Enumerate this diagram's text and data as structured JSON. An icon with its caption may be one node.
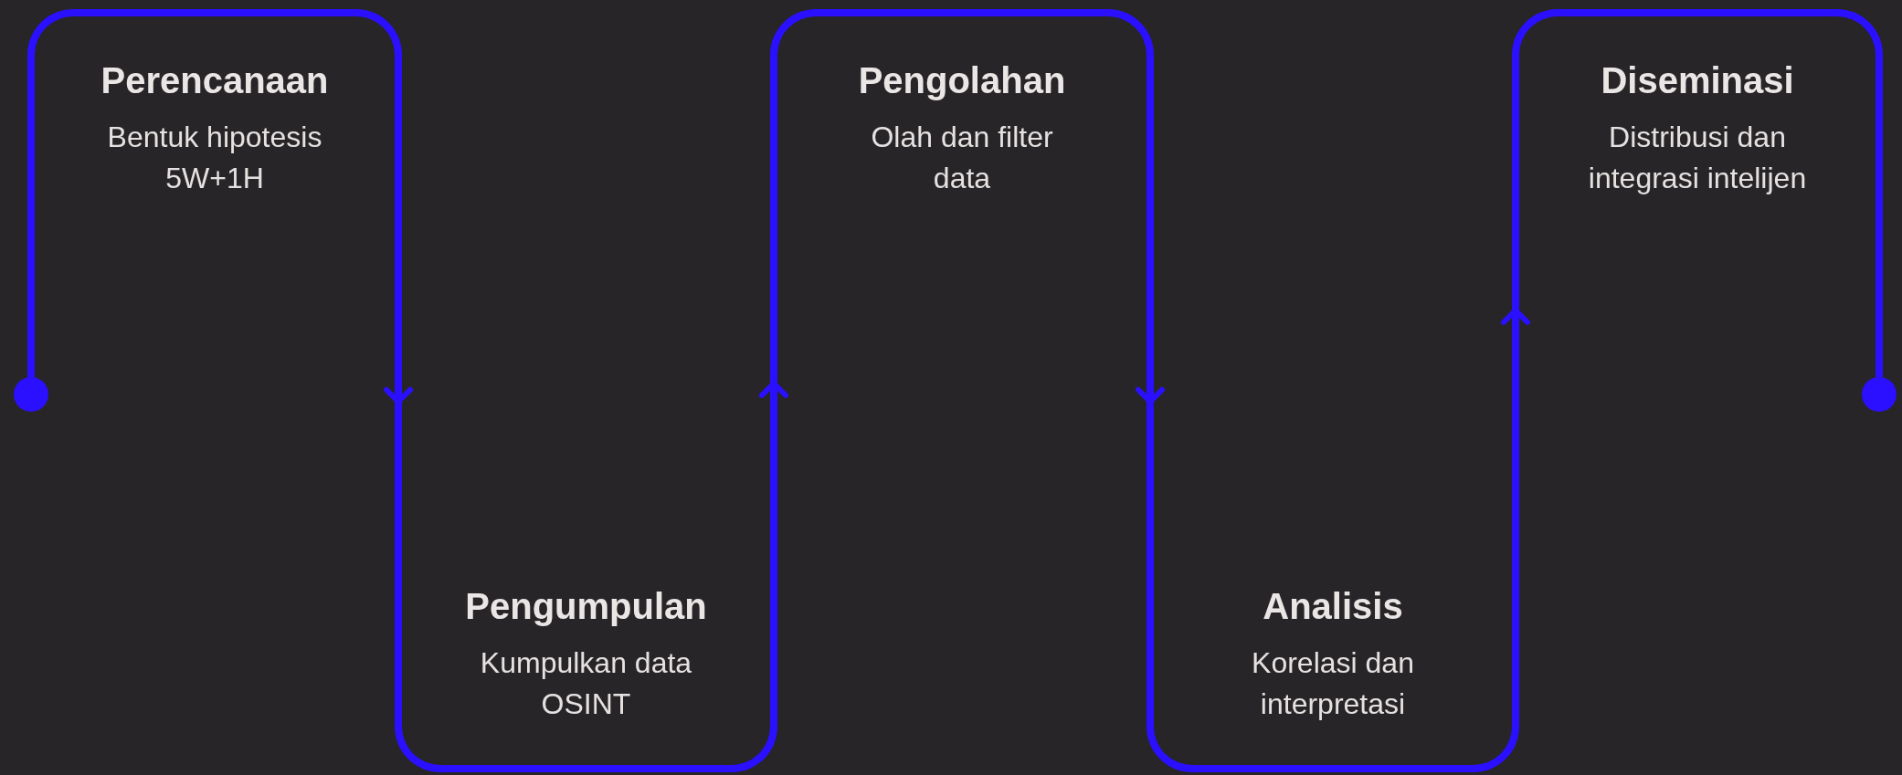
{
  "diagram": {
    "nodes": [
      {
        "text": [],
        "shape": "circle"
      },
      {
        "text": [
          "Perencanaan",
          "Bentuk hipotesis 5W+1H"
        ]
      },
      {
        "text": [
          "Pengumpulan",
          "Kumpulkan data OSINT"
        ]
      },
      {
        "text": [
          "Pengolahan",
          "Olah dan filter data"
        ]
      },
      {
        "text": [
          "Analisis",
          "Korelasi dan interpretasi"
        ]
      },
      {
        "text": [
          "Diseminasi",
          "Distribusi dan integrasi intelijen"
        ]
      },
      {
        "text": [],
        "shape": "circle"
      }
    ],
    "edges": [
      {
        "from": 0,
        "to": 1,
        "arrow": "none"
      },
      {
        "from": 1,
        "to": 2,
        "arrow": "to"
      },
      {
        "from": 2,
        "to": 3,
        "arrow": "to"
      },
      {
        "from": 3,
        "to": 4,
        "arrow": "to"
      },
      {
        "from": 4,
        "to": 5,
        "arrow": "to"
      },
      {
        "from": 5,
        "to": 6,
        "arrow": "none"
      }
    ]
  }
}
